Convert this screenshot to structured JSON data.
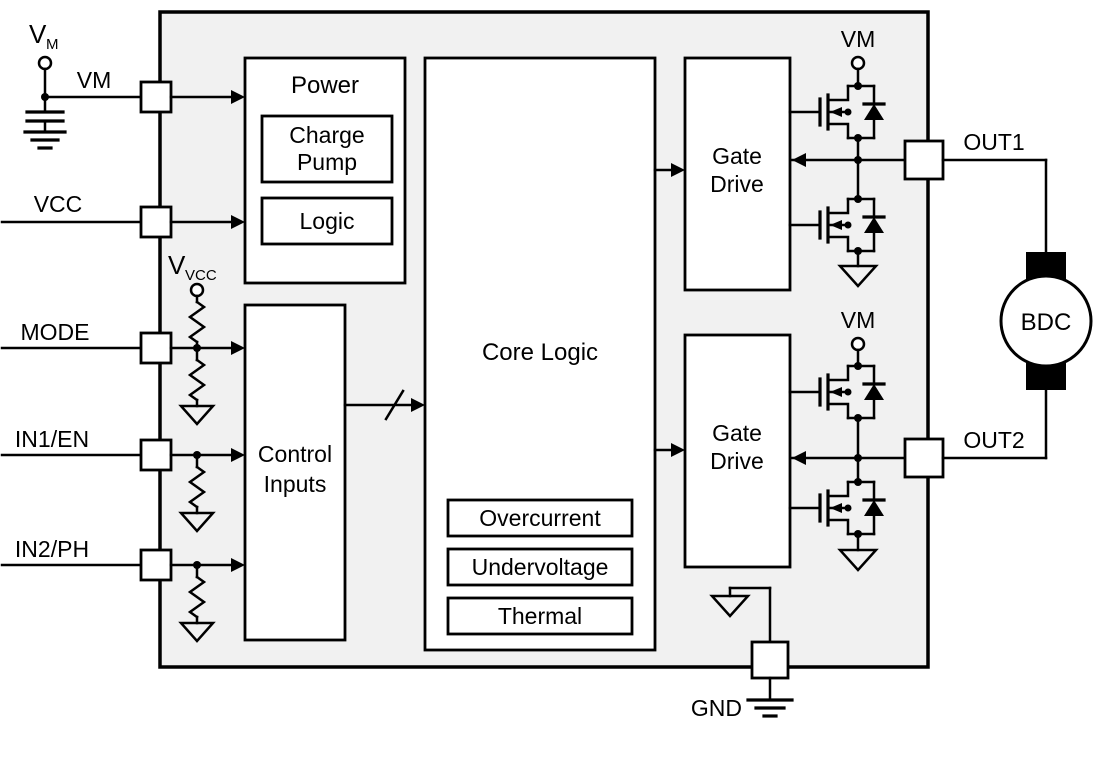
{
  "pins": {
    "vm": "VM",
    "vcc": "VCC",
    "mode": "MODE",
    "in1": "IN1/EN",
    "in2": "IN2/PH",
    "out1": "OUT1",
    "out2": "OUT2",
    "gnd": "GND"
  },
  "supplies": {
    "vm": {
      "main": "V",
      "sub": "M"
    },
    "vvcc": {
      "main": "V",
      "sub": "VCC"
    },
    "vm_bridge_top": "VM",
    "vm_bridge_bottom": "VM"
  },
  "blocks": {
    "power": {
      "title": "Power",
      "charge_pump_line1": "Charge",
      "charge_pump_line2": "Pump",
      "logic": "Logic"
    },
    "control": {
      "line1": "Control",
      "line2": "Inputs"
    },
    "core": {
      "title": "Core Logic",
      "overcurrent": "Overcurrent",
      "undervoltage": "Undervoltage",
      "thermal": "Thermal"
    },
    "gate_drive_top": {
      "line1": "Gate",
      "line2": "Drive"
    },
    "gate_drive_bottom": {
      "line1": "Gate",
      "line2": "Drive"
    },
    "motor": {
      "label": "BDC"
    }
  },
  "colors": {
    "chip_fill": "#f1f1f1",
    "block_fill": "#ffffff",
    "line": "#000000"
  }
}
